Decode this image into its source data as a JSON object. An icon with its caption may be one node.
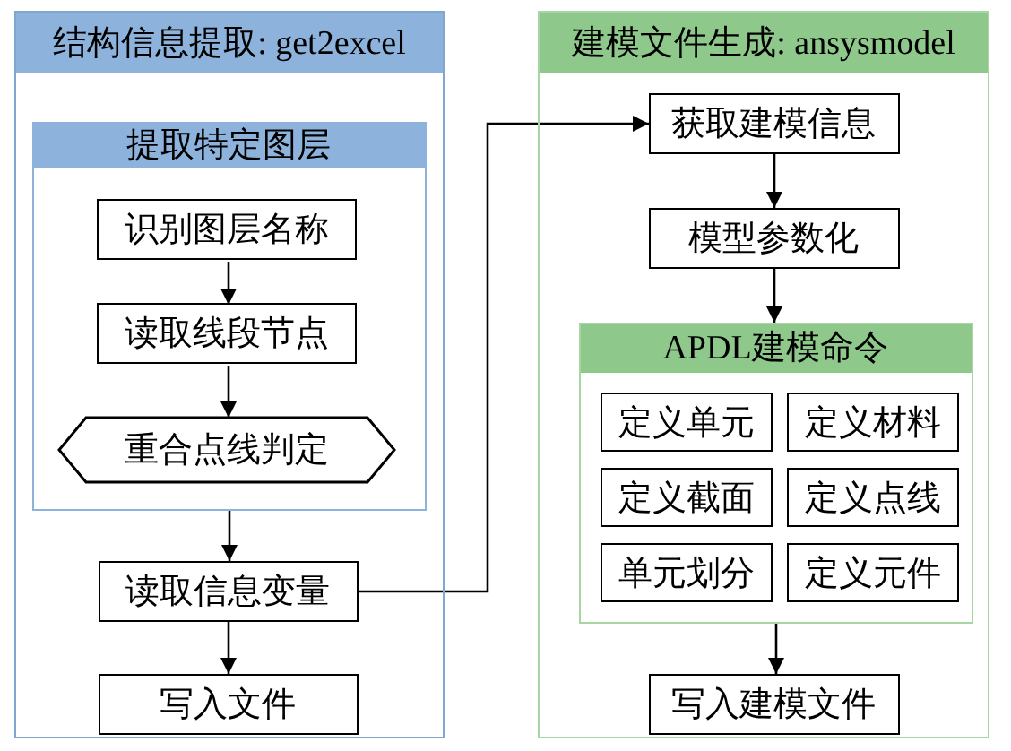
{
  "diagram": {
    "nodes": [
      {
        "text": [
          "结构信息提取: get2excel"
        ]
      },
      {
        "text": [
          "提取特定图层"
        ],
        "in": 0
      },
      {
        "text": [
          "识别图层名称"
        ],
        "in": 1
      },
      {
        "text": [
          "读取线段节点"
        ],
        "in": 1
      },
      {
        "text": [
          "重合点线判定"
        ],
        "in": 1
      },
      {
        "text": [
          "读取信息变量"
        ],
        "in": 0
      },
      {
        "text": [
          "写入文件"
        ],
        "in": 0
      },
      {
        "text": [
          "建模文件生成: ansysmodel"
        ]
      },
      {
        "text": [
          "获取建模信息"
        ],
        "in": 7
      },
      {
        "text": [
          "模型参数化"
        ],
        "in": 7
      },
      {
        "text": [
          "APDL建模命令"
        ],
        "in": 7
      },
      {
        "text": [
          "定义单元"
        ],
        "in": 10
      },
      {
        "text": [
          "定义材料"
        ],
        "in": 10
      },
      {
        "text": [
          "定义截面"
        ],
        "in": 10
      },
      {
        "text": [
          "定义点线"
        ],
        "in": 10
      },
      {
        "text": [
          "单元划分"
        ],
        "in": 10
      },
      {
        "text": [
          "定义元件"
        ],
        "in": 10
      },
      {
        "text": [
          "写入建模文件"
        ],
        "in": 7
      }
    ],
    "edges": [
      {
        "from": 2,
        "to": 3,
        "arrow": "to"
      },
      {
        "from": 3,
        "to": 4,
        "arrow": "to"
      },
      {
        "from": 1,
        "to": 5,
        "arrow": "to"
      },
      {
        "from": 5,
        "to": 6,
        "arrow": "to"
      },
      {
        "from": 5,
        "to": 8,
        "arrow": "to"
      },
      {
        "from": 8,
        "to": 9,
        "arrow": "to"
      },
      {
        "from": 9,
        "to": 10,
        "arrow": "to"
      },
      {
        "from": 10,
        "to": 17,
        "arrow": "to"
      }
    ]
  }
}
